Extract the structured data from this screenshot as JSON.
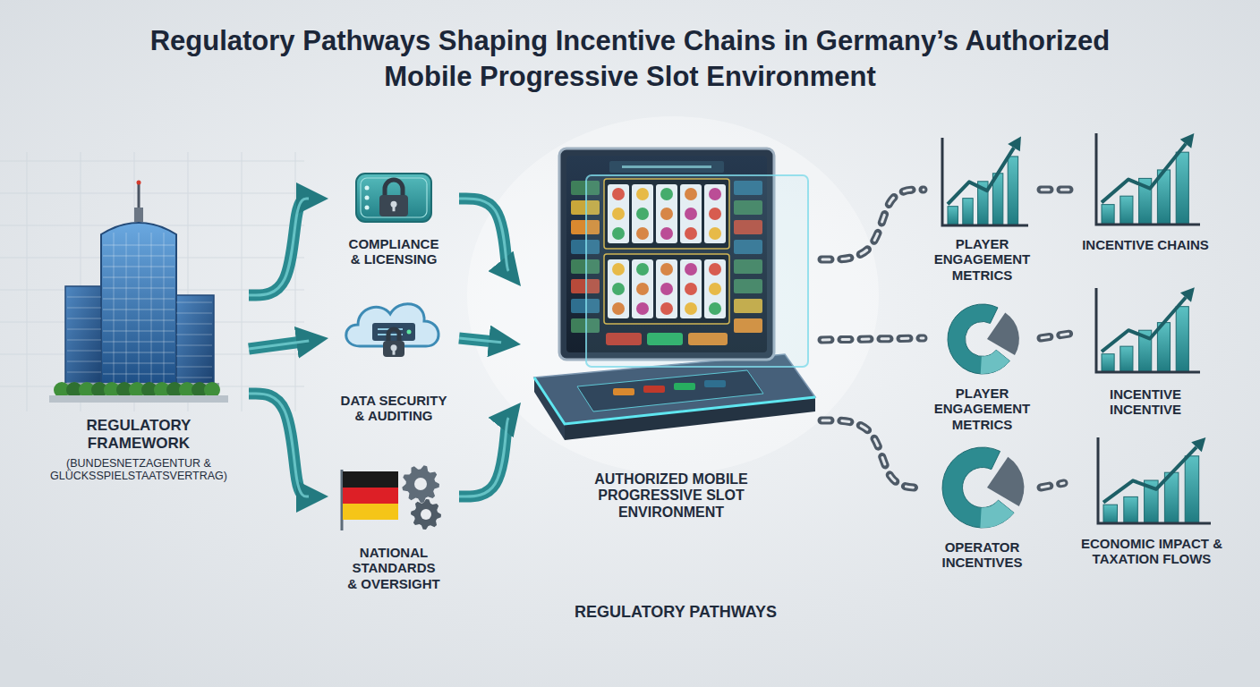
{
  "diagram": {
    "title": "Regulatory Pathways Shaping Incentive Chains in Germany’s Authorized Mobile Progressive Slot Environment",
    "nodes": [
      {
        "text": [
          "REGULATORY FRAMEWORK",
          "(BUNDESNETZAGENTUR & GLÜCKSSPIELSTAATSVERTRAG)"
        ]
      },
      {
        "text": [
          "COMPLIANCE & LICENSING"
        ]
      },
      {
        "text": [
          "DATA SECURITY & AUDITING"
        ]
      },
      {
        "text": [
          "NATIONAL STANDARDS & OVERSIGHT"
        ]
      },
      {
        "text": [
          "AUTHORIZED MOBILE PROGRESSIVE SLOT ENVIRONMENT"
        ]
      },
      {
        "text": [
          "PLAYER ENGAGEMENT METRICS"
        ]
      },
      {
        "text": [
          "INCENTIVE CHAINS"
        ]
      },
      {
        "text": [
          "PLAYER ENGAGEMENT METRICS"
        ]
      },
      {
        "text": [
          "INCENTIVE INCENTIVE"
        ]
      },
      {
        "text": [
          "OPERATOR INCENTIVES"
        ]
      },
      {
        "text": [
          "ECONOMIC IMPACT & TAXATION FLOWS"
        ]
      }
    ],
    "edges": [
      {
        "from": 0,
        "to": 1,
        "arrow": "to"
      },
      {
        "from": 0,
        "to": 2,
        "arrow": "to"
      },
      {
        "from": 0,
        "to": 3,
        "arrow": "to"
      },
      {
        "from": 1,
        "to": 4,
        "arrow": "to"
      },
      {
        "from": 2,
        "to": 4,
        "arrow": "to"
      },
      {
        "from": 3,
        "to": 4,
        "arrow": "to"
      },
      {
        "from": 4,
        "to": 5,
        "arrow": "none"
      },
      {
        "from": 4,
        "to": 7,
        "arrow": "none"
      },
      {
        "from": 4,
        "to": 9,
        "arrow": "none"
      },
      {
        "from": 5,
        "to": 6,
        "arrow": "none"
      },
      {
        "from": 7,
        "to": 8,
        "arrow": "none"
      },
      {
        "from": 9,
        "to": 10,
        "arrow": "none"
      }
    ],
    "labels": [
      "REGULATORY PATHWAYS"
    ]
  }
}
